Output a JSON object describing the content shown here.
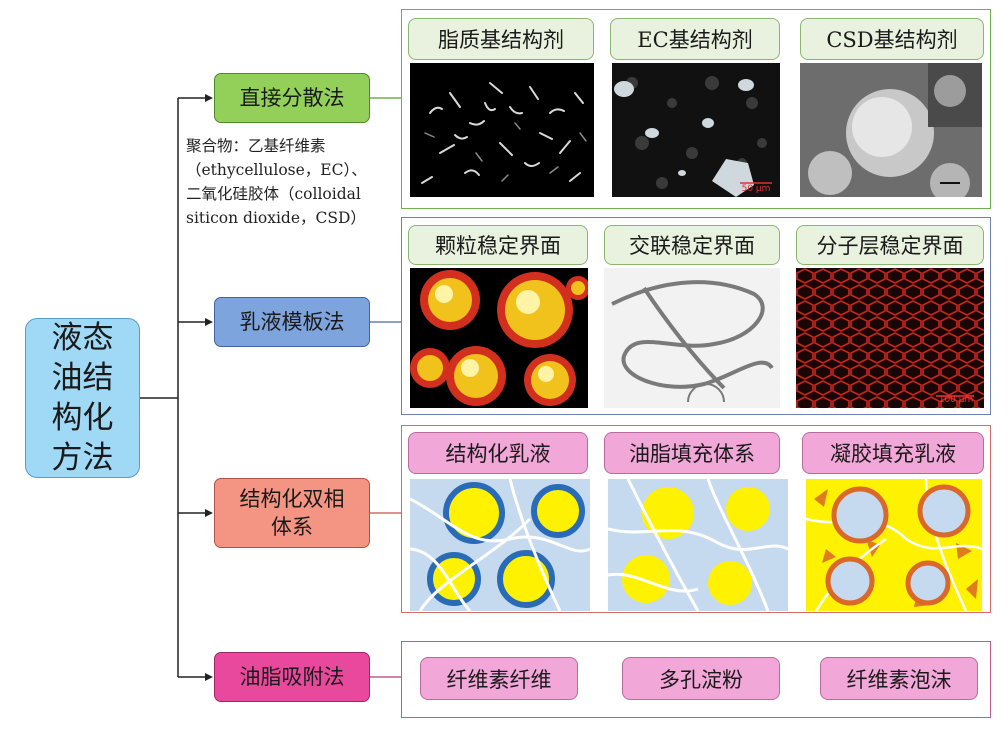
{
  "root": {
    "label": "液态油结构化方法"
  },
  "methods": [
    {
      "label": "直接分散法"
    },
    {
      "label": "乳液模板法"
    },
    {
      "label": "结构化双相体系"
    },
    {
      "label": "油脂吸附法"
    }
  ],
  "note": {
    "lines": [
      "聚合物：乙基纤维素",
      "（ethycellulose，EC）、",
      "二氧化硅胶体（colloidal",
      "siticon dioxide，CSD）"
    ]
  },
  "sections": [
    {
      "labels": [
        "脂质基结构剂",
        "EC基结构剂",
        "CSD基结构剂"
      ],
      "scale_bars": [
        "",
        "50 μm",
        ""
      ]
    },
    {
      "labels": [
        "颗粒稳定界面",
        "交联稳定界面",
        "分子层稳定界面"
      ],
      "scale_bars": [
        "",
        "",
        "100 μm"
      ]
    },
    {
      "labels": [
        "结构化乳液",
        "油脂填充体系",
        "凝胶填充乳液"
      ]
    },
    {
      "labels": [
        "纤维素纤维",
        "多孔淀粉",
        "纤维素泡沫"
      ]
    }
  ],
  "colors": {
    "root_fill": "#9fd9f5",
    "direct_dispersion": "#92d05a",
    "emulsion_template": "#7ea4dd",
    "biphasic_system": "#f49583",
    "oil_adsorption": "#e8499c",
    "label_pink": "#f2a7d9",
    "label_green": "#e8f2df"
  }
}
